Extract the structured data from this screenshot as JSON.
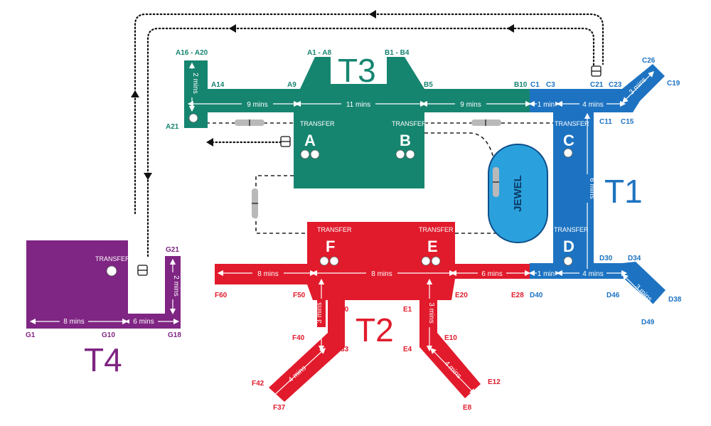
{
  "colors": {
    "t1": "#1d73c1",
    "t2": "#e11b2c",
    "t3": "#168570",
    "t4": "#7f2583",
    "jewel": "#2aa1dd",
    "route": "#111111"
  },
  "terminals": {
    "t1": "T1",
    "t2": "T2",
    "t3": "T3",
    "t4": "T4",
    "jewel": "JEWEL"
  },
  "transfer_label": "TRANSFER",
  "piers": {
    "a": "A",
    "b": "B",
    "c": "C",
    "d": "D",
    "e": "E",
    "f": "F"
  },
  "gates": {
    "a16_a20": "A16 - A20",
    "a1_a8": "A1 - A8",
    "b1_b4": "B1 - B4",
    "a14": "A14",
    "a9": "A9",
    "a21": "A21",
    "b5": "B5",
    "b10": "B10",
    "c1": "C1",
    "c3": "C3",
    "c21": "C21",
    "c23": "C23",
    "c26": "C26",
    "c19": "C19",
    "c11": "C11",
    "c15": "C15",
    "d30": "D30",
    "d34": "D34",
    "d40": "D40",
    "d46": "D46",
    "d38": "D38",
    "d49": "D49",
    "f60": "F60",
    "f50": "F50",
    "f30": "F30",
    "f33": "F33",
    "f40": "F40",
    "f42": "F42",
    "f37": "F37",
    "e1": "E1",
    "e20": "E20",
    "e28": "E28",
    "e4": "E4",
    "e10": "E10",
    "e12": "E12",
    "e8": "E8",
    "g21": "G21",
    "g1": "G1",
    "g10": "G10",
    "g18": "G18"
  },
  "walk_times": {
    "t3_a16_leg": "2 mins",
    "t3_west": "9 mins",
    "t3_mid": "11 mins",
    "t3_east": "9 mins",
    "t1_c_link": "1 min",
    "t1_c_east": "4 mins",
    "t1_c_arm": "3 mins",
    "t1_spine": "6 mins",
    "t1_d_link": "1 min",
    "t1_d_east": "4 mins",
    "t1_d_arm": "3 mins",
    "t2_west": "8 mins",
    "t2_mid": "8 mins",
    "t2_east": "6 mins",
    "t2_f_leg": "3 mins",
    "t2_e_leg": "3 mins",
    "t2_f_arm": "4 mins",
    "t2_e_arm": "4 mins",
    "t4_leg": "2 mins",
    "t4_west": "8 mins",
    "t4_east": "6 mins"
  }
}
